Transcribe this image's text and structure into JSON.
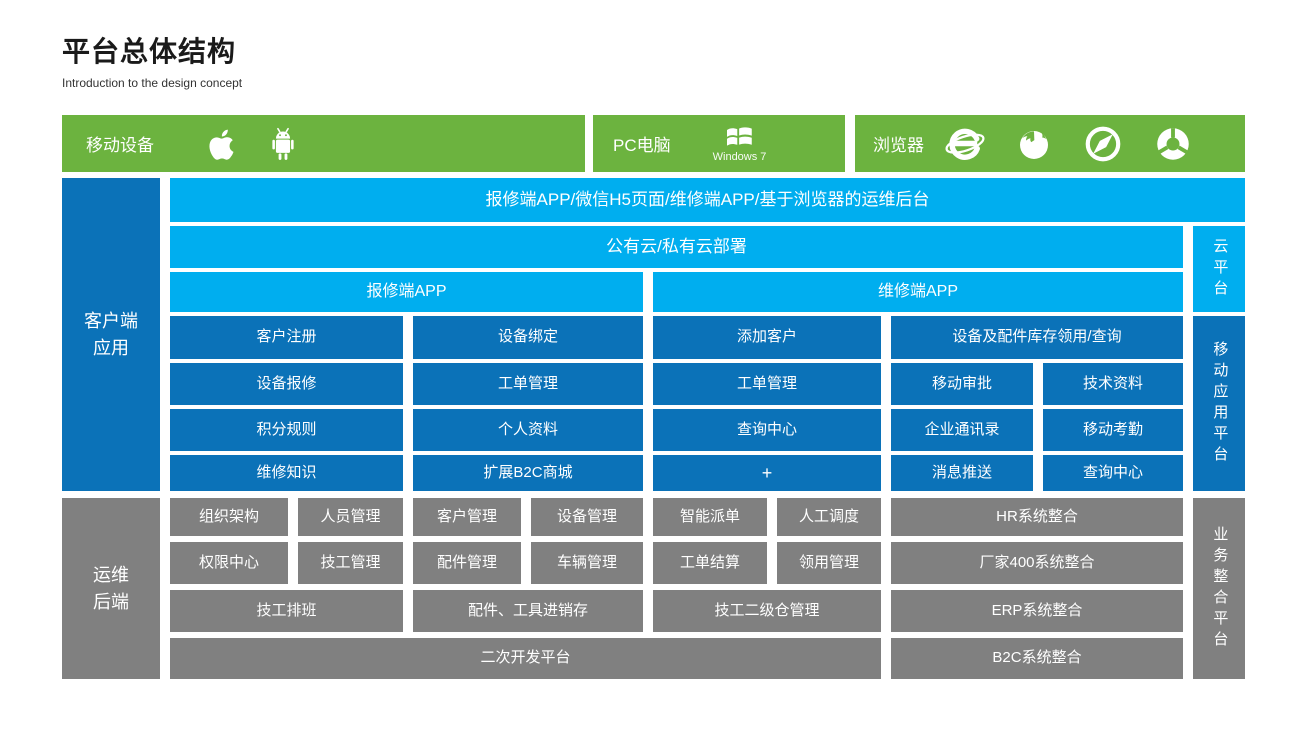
{
  "header": {
    "title": "平台总体结构",
    "subtitle": "Introduction to the design concept"
  },
  "colors": {
    "green": "#6cb33f",
    "cyan": "#00aeef",
    "blue": "#0b72b8",
    "gray": "#808080"
  },
  "device_bar": {
    "mobile_label": "移动设备",
    "mobile_icons": [
      "apple-icon",
      "android-icon"
    ],
    "pc_label": "PC电脑",
    "windows_label": "Windows 7",
    "windows_icon": "windows7-icon",
    "browser_label": "浏览器",
    "browser_icons": [
      "ie-icon",
      "firefox-icon",
      "safari-icon",
      "chrome-icon"
    ]
  },
  "client_section": {
    "side_label": "客户端\n应用",
    "banner": "报修端APP/微信H5页面/维修端APP/基于浏览器的运维后台",
    "cloud_row": "公有云/私有云部署",
    "cloud_platform_label": "云平台",
    "mobile_platform_label": "移动应用平台",
    "app_row": [
      "报修端APP",
      "维修端APP"
    ],
    "rows": [
      [
        "客户注册",
        "设备绑定",
        "添加客户",
        "设备及配件库存领用/查询"
      ],
      [
        "设备报修",
        "工单管理",
        "工单管理",
        "移动审批",
        "技术资料"
      ],
      [
        "积分规则",
        "个人资料",
        "查询中心",
        "企业通讯录",
        "移动考勤"
      ],
      [
        "维修知识",
        "扩展B2C商城",
        "+",
        "消息推送",
        "查询中心"
      ]
    ]
  },
  "backend_section": {
    "side_label": "运维\n后端",
    "integration_platform_label": "业务整合平台",
    "rows": [
      [
        "组织架构",
        "人员管理",
        "客户管理",
        "设备管理",
        "智能派单",
        "人工调度",
        "HR系统整合"
      ],
      [
        "权限中心",
        "技工管理",
        "配件管理",
        "车辆管理",
        "工单结算",
        "领用管理",
        "厂家400系统整合"
      ],
      [
        "技工排班",
        "配件、工具进销存",
        "技工二级仓管理",
        "ERP系统整合"
      ],
      [
        "二次开发平台",
        "B2C系统整合"
      ]
    ]
  }
}
